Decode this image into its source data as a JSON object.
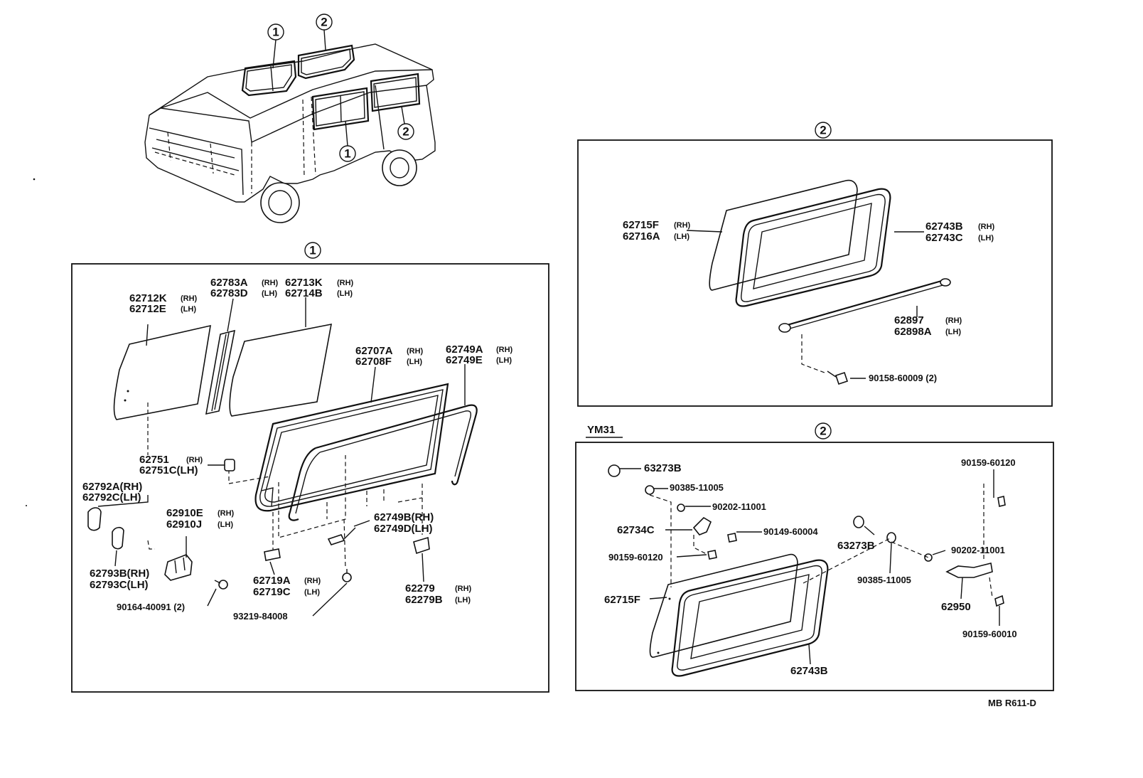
{
  "overview": {
    "callouts": [
      "1",
      "2",
      "1",
      "2"
    ]
  },
  "group1": {
    "marker": "1",
    "labels": {
      "p62712K": "62712K",
      "p62712K_side": "(RH)",
      "p62712E": "62712E",
      "p62712E_side": "(LH)",
      "p62783A": "62783A",
      "p62783A_side": "(RH)",
      "p62783D": "62783D",
      "p62783D_side": "(LH)",
      "p62713K": "62713K",
      "p62713K_side": "(RH)",
      "p62714B": "62714B",
      "p62714B_side": "(LH)",
      "p62707A": "62707A",
      "p62707A_side": "(RH)",
      "p62708F": "62708F",
      "p62708F_side": "(LH)",
      "p62749A": "62749A",
      "p62749A_side": "(RH)",
      "p62749E": "62749E",
      "p62749E_side": "(LH)",
      "p62751": "62751",
      "p62751_side": "(RH)",
      "p62751C": "62751C(LH)",
      "p62792A": "62792A(RH)",
      "p62792C": "62792C(LH)",
      "p62910E": "62910E",
      "p62910E_side": "(RH)",
      "p62910J": "62910J",
      "p62910J_side": "(LH)",
      "p62749B": "62749B(RH)",
      "p62749D": "62749D(LH)",
      "p62793B": "62793B(RH)",
      "p62793C": "62793C(LH)",
      "p62719A": "62719A",
      "p62719A_side": "(RH)",
      "p62719C": "62719C",
      "p62719C_side": "(LH)",
      "p62279": "62279",
      "p62279_side": "(RH)",
      "p62279B": "62279B",
      "p62279B_side": "(LH)",
      "p90164": "90164-40091 (2)",
      "p93219": "93219-84008"
    }
  },
  "group2_top": {
    "marker": "2",
    "labels": {
      "p62715F": "62715F",
      "p62715F_side": "(RH)",
      "p62716A": "62716A",
      "p62716A_side": "(LH)",
      "p62743B": "62743B",
      "p62743B_side": "(RH)",
      "p62743C": "62743C",
      "p62743C_side": "(LH)",
      "p62897": "62897",
      "p62897_side": "(RH)",
      "p62898A": "62898A",
      "p62898A_side": "(LH)",
      "p90158": "90158-60009 (2)"
    }
  },
  "group2_ym31": {
    "model": "YM31",
    "marker": "2",
    "labels": {
      "p63273B_a": "63273B",
      "p90385_a": "90385-11005",
      "p90202_a": "90202-11001",
      "p62734C": "62734C",
      "p90149": "90149-60004",
      "p90159_a": "90159-60120",
      "p62715F": "62715F",
      "p63273B_b": "63273B",
      "p90385_b": "90385-11005",
      "p90202_b": "90202-11001",
      "p90159_b": "90159-60120",
      "p62950": "62950",
      "p90159_c": "90159-60010",
      "p62743B": "62743B"
    }
  },
  "footer": {
    "ref": "MB R611-D"
  }
}
